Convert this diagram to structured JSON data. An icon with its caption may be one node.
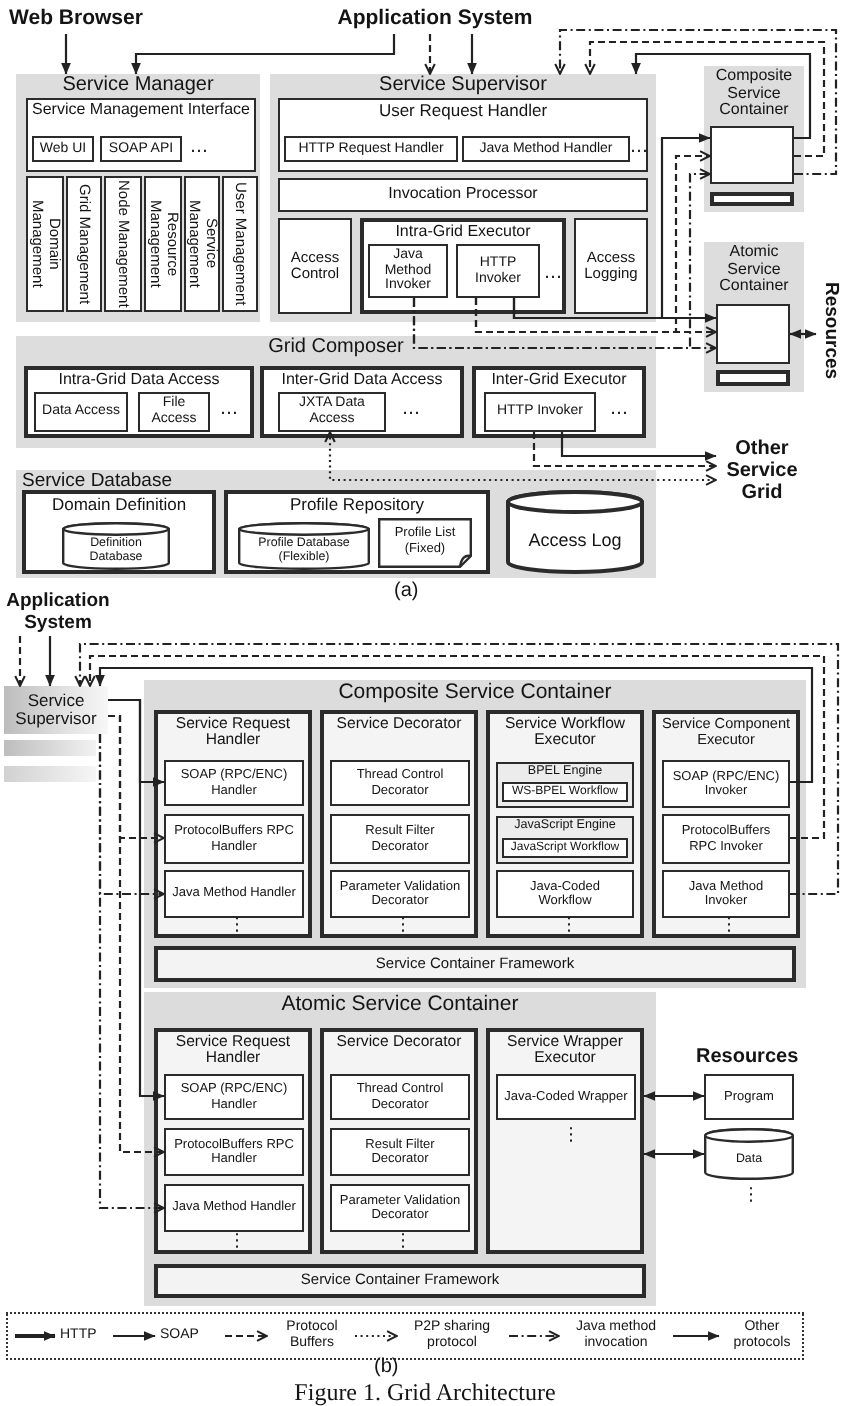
{
  "diagram": {
    "caption": "Figure 1. Grid Architecture",
    "nodes": [
      {
        "text": [
          "Web Browser"
        ]
      },
      {
        "text": [
          "Application System"
        ]
      },
      {
        "text": [
          "Service Manager"
        ]
      },
      {
        "text": [
          "Service Management Interface"
        ],
        "in": 2
      },
      {
        "text": [
          "Web UI"
        ],
        "in": 3
      },
      {
        "text": [
          "SOAP API"
        ],
        "in": 3
      },
      {
        "text": [
          "Domain Management"
        ],
        "in": 2
      },
      {
        "text": [
          "Grid Management"
        ],
        "in": 2
      },
      {
        "text": [
          "Node Management"
        ],
        "in": 2
      },
      {
        "text": [
          "Resource Management"
        ],
        "in": 2
      },
      {
        "text": [
          "Service Management"
        ],
        "in": 2
      },
      {
        "text": [
          "User Management"
        ],
        "in": 2
      },
      {
        "text": [
          "Service Supervisor"
        ]
      },
      {
        "text": [
          "User Request Handler"
        ],
        "in": 12
      },
      {
        "text": [
          "HTTP Request Handler"
        ],
        "in": 13
      },
      {
        "text": [
          "Java Method Handler"
        ],
        "in": 13
      },
      {
        "text": [
          "Invocation Processor"
        ],
        "in": 12
      },
      {
        "text": [
          "Access Control"
        ],
        "in": 12
      },
      {
        "text": [
          "Intra-Grid Executor"
        ],
        "in": 12
      },
      {
        "text": [
          "Java Method Invoker"
        ],
        "in": 18
      },
      {
        "text": [
          "HTTP Invoker"
        ],
        "in": 18
      },
      {
        "text": [
          "Access Logging"
        ],
        "in": 12
      },
      {
        "text": [
          "Composite Service Container"
        ]
      },
      {
        "text": [],
        "shape": "box",
        "in": 22
      },
      {
        "text": [],
        "shape": "bar",
        "in": 22
      },
      {
        "text": [
          "Atomic Service Container"
        ]
      },
      {
        "text": [],
        "shape": "box",
        "in": 25
      },
      {
        "text": [],
        "shape": "bar",
        "in": 25
      },
      {
        "text": [
          "Resources"
        ]
      },
      {
        "text": [
          "Grid Composer"
        ]
      },
      {
        "text": [
          "Intra-Grid Data Access"
        ],
        "in": 29
      },
      {
        "text": [
          "Data Access"
        ],
        "in": 30
      },
      {
        "text": [
          "File Access"
        ],
        "in": 30
      },
      {
        "text": [
          "Inter-Grid Data Access"
        ],
        "in": 29
      },
      {
        "text": [
          "JXTA Data Access"
        ],
        "in": 33
      },
      {
        "text": [
          "Inter-Grid Executor"
        ],
        "in": 29
      },
      {
        "text": [
          "HTTP Invoker"
        ],
        "in": 35
      },
      {
        "text": [
          "Other Service Grid"
        ]
      },
      {
        "text": [
          "Service Database"
        ]
      },
      {
        "text": [
          "Domain Definition"
        ],
        "in": 38
      },
      {
        "text": [
          "Definition Database"
        ],
        "in": 39
      },
      {
        "text": [
          "Profile Repository"
        ],
        "in": 38
      },
      {
        "text": [
          "Profile Database (Flexible)"
        ],
        "in": 41
      },
      {
        "text": [
          "Profile List (Fixed)"
        ],
        "in": 41
      },
      {
        "text": [
          "Access Log"
        ],
        "in": 38
      },
      {
        "text": [
          "Application System"
        ]
      },
      {
        "text": [
          "Service Supervisor"
        ]
      },
      {
        "text": [
          "Composite Service Container"
        ]
      },
      {
        "text": [
          "Service Request Handler"
        ],
        "in": 47
      },
      {
        "text": [
          "SOAP (RPC/ENC) Handler"
        ],
        "in": 48
      },
      {
        "text": [
          "ProtocolBuffers RPC Handler"
        ],
        "in": 48
      },
      {
        "text": [
          "Java Method Handler"
        ],
        "in": 48
      },
      {
        "text": [
          "Service Decorator"
        ],
        "in": 47
      },
      {
        "text": [
          "Thread Control Decorator"
        ],
        "in": 52
      },
      {
        "text": [
          "Result Filter Decorator"
        ],
        "in": 52
      },
      {
        "text": [
          "Parameter Validation Decorator"
        ],
        "in": 52
      },
      {
        "text": [
          "Service Workflow Executor"
        ],
        "in": 47
      },
      {
        "text": [
          "BPEL Engine"
        ],
        "in": 56
      },
      {
        "text": [
          "WS-BPEL Workflow"
        ],
        "in": 57
      },
      {
        "text": [
          "JavaScript Engine"
        ],
        "in": 56
      },
      {
        "text": [
          "JavaScript Workflow"
        ],
        "in": 59
      },
      {
        "text": [
          "Java-Coded Workflow"
        ],
        "in": 56
      },
      {
        "text": [
          "Service Component Executor"
        ],
        "in": 47
      },
      {
        "text": [
          "SOAP (RPC/ENC) Invoker"
        ],
        "in": 62
      },
      {
        "text": [
          "ProtocolBuffers RPC Invoker"
        ],
        "in": 62
      },
      {
        "text": [
          "Java Method Invoker"
        ],
        "in": 62
      },
      {
        "text": [
          "Service Container Framework"
        ],
        "in": 47
      },
      {
        "text": [
          "Atomic Service Container"
        ]
      },
      {
        "text": [
          "Service Request Handler"
        ],
        "in": 67
      },
      {
        "text": [
          "SOAP (RPC/ENC) Handler"
        ],
        "in": 68
      },
      {
        "text": [
          "ProtocolBuffers RPC Handler"
        ],
        "in": 68
      },
      {
        "text": [
          "Java Method Handler"
        ],
        "in": 68
      },
      {
        "text": [
          "Service Decorator"
        ],
        "in": 67
      },
      {
        "text": [
          "Thread Control Decorator"
        ],
        "in": 72
      },
      {
        "text": [
          "Result Filter Decorator"
        ],
        "in": 72
      },
      {
        "text": [
          "Parameter Validation Decorator"
        ],
        "in": 72
      },
      {
        "text": [
          "Service Wrapper Executor"
        ],
        "in": 67
      },
      {
        "text": [
          "Java-Coded Wrapper"
        ],
        "in": 76
      },
      {
        "text": [
          "Service Container Framework"
        ],
        "in": 67
      },
      {
        "text": [
          "Program"
        ]
      },
      {
        "text": [
          "Data"
        ]
      }
    ],
    "edges": [
      {
        "from": 0,
        "to": 2,
        "arrow": "to"
      },
      {
        "from": 1,
        "to": 2,
        "arrow": "to"
      },
      {
        "from": 1,
        "to": 12,
        "arrow": "to",
        "style": "dashed"
      },
      {
        "from": 1,
        "to": 12,
        "arrow": "to"
      },
      {
        "from": 23,
        "to": 12,
        "arrow": "to",
        "style": "dashed"
      },
      {
        "from": 23,
        "to": 12,
        "arrow": "to",
        "style": "dashed"
      },
      {
        "from": 23,
        "to": 12,
        "arrow": "to"
      },
      {
        "from": 20,
        "to": 23,
        "arrow": "to"
      },
      {
        "from": 20,
        "to": 23,
        "arrow": "to",
        "style": "dashed"
      },
      {
        "from": 19,
        "to": 23,
        "arrow": "to",
        "style": "dashed"
      },
      {
        "from": 20,
        "to": 26,
        "arrow": "to"
      },
      {
        "from": 20,
        "to": 26,
        "arrow": "to",
        "style": "dashed"
      },
      {
        "from": 19,
        "to": 26,
        "arrow": "to",
        "style": "dashed"
      },
      {
        "from": 26,
        "to": 28,
        "arrow": "both"
      },
      {
        "from": 36,
        "to": 37,
        "arrow": "to",
        "style": "dashed"
      },
      {
        "from": 36,
        "to": 37,
        "arrow": "to"
      },
      {
        "from": 34,
        "to": 37,
        "arrow": "both",
        "style": "dashed"
      },
      {
        "from": 45,
        "to": 46,
        "arrow": "to",
        "style": "dashed"
      },
      {
        "from": 45,
        "to": 46,
        "arrow": "to"
      },
      {
        "from": 65,
        "to": 46,
        "arrow": "to",
        "style": "dashed"
      },
      {
        "from": 64,
        "to": 46,
        "arrow": "to",
        "style": "dashed"
      },
      {
        "from": 63,
        "to": 46,
        "arrow": "to"
      },
      {
        "from": 46,
        "to": 49,
        "arrow": "to"
      },
      {
        "from": 46,
        "to": 50,
        "arrow": "to",
        "style": "dashed"
      },
      {
        "from": 46,
        "to": 51,
        "arrow": "to",
        "style": "dashed"
      },
      {
        "from": 46,
        "to": 69,
        "arrow": "to"
      },
      {
        "from": 46,
        "to": 70,
        "arrow": "to",
        "style": "dashed"
      },
      {
        "from": 46,
        "to": 71,
        "arrow": "to",
        "style": "dashed"
      },
      {
        "from": 76,
        "to": 79,
        "arrow": "both"
      },
      {
        "from": 76,
        "to": 80,
        "arrow": "both"
      }
    ],
    "labels": [
      "…",
      "…",
      "…",
      "…",
      "…",
      "…",
      "(a)",
      "⋮",
      "⋮",
      "⋮",
      "⋮",
      "Resources",
      "⋮",
      "⋮",
      "⋮",
      "⋮",
      "(b)"
    ],
    "legend": [
      {
        "text": "HTTP"
      },
      {
        "text": "SOAP"
      },
      {
        "text": "Protocol Buffers"
      },
      {
        "text": "P2P sharing protocol"
      },
      {
        "text": "Java method invocation"
      },
      {
        "text": "Other protocols"
      }
    ]
  }
}
